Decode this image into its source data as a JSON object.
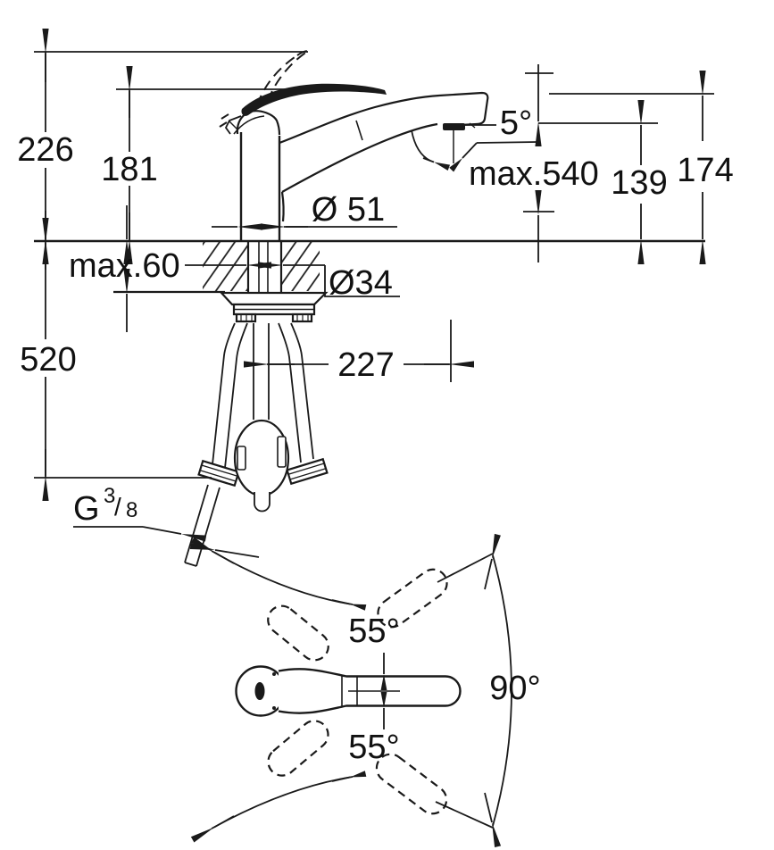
{
  "drawing": {
    "title": "kitchen-faucet-dimensional-drawing",
    "side_view": {
      "dim_total_height": "226",
      "dim_body_height": "181",
      "dim_below_deck": "520",
      "dim_deck_thickness": "max.60",
      "dim_hole_diameter": "Ø34",
      "dim_base_diameter": "Ø 51",
      "dim_reach": "227",
      "dim_spout_height": "139",
      "dim_top_height": "174",
      "dim_pullout_length": "max.540",
      "dim_spout_angle": "5°",
      "thread": {
        "letter": "G",
        "numerator": "3",
        "slash": "/",
        "denominator": "8"
      }
    },
    "plan_view": {
      "dim_swivel_upper": "55°",
      "dim_swivel_lower": "55°",
      "dim_swivel_total": "90°"
    },
    "colors": {
      "line": "#1a1a1a",
      "background": "#ffffff"
    }
  }
}
